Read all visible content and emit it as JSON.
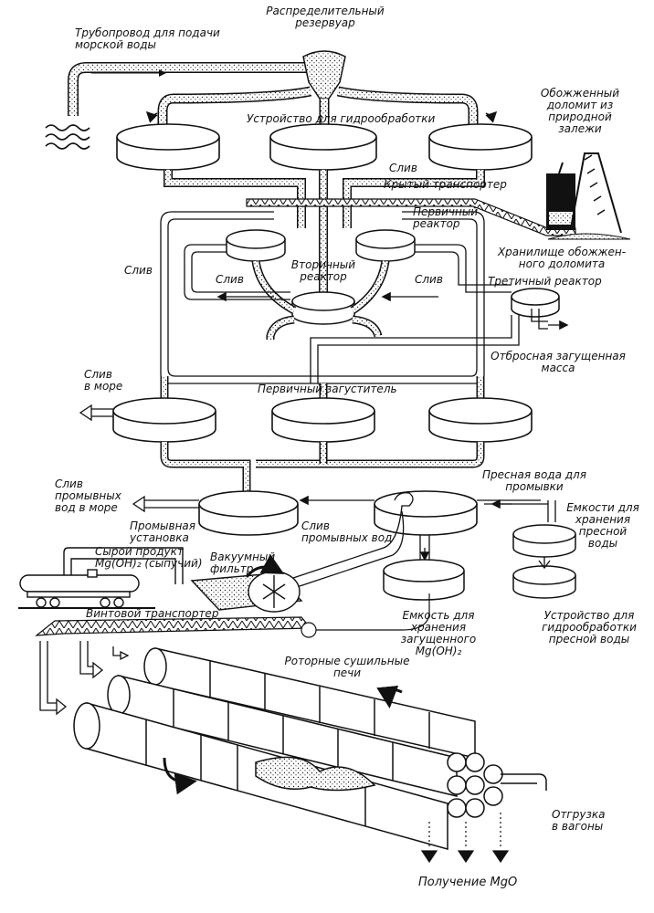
{
  "labels": {
    "pipeline": "Трубопровод для подачи\nморской воды",
    "distrib_reservoir": "Распределительный\nрезервуар",
    "burnt_dolomite": "Обожженный\nдоломит из\nприродной\nзалежи",
    "hydrotreat": "Устройство для гидрообработки",
    "drain_top": "Слив",
    "covered_conveyor": "Крытый транспортер",
    "primary_reactor": "Первичный\nреактор",
    "storage_dolomite": "Хранилище обожжен-\nного доломита",
    "drain_left": "Слив",
    "secondary_reactor": "Вторичный\nреактор",
    "drain_mid_left": "Слив",
    "drain_mid_right": "Слив",
    "tertiary_reactor": "Третичный реактор",
    "waste_mass": "Отбросная загущенная\nмасса",
    "drain_sea": "Слив\nв море",
    "primary_thickener": "Первичный загуститель",
    "fresh_water_wash": "Пресная вода для\nпромывки",
    "drain_wash_sea": "Слив\nпромывных\nвод в море",
    "wash_unit": "Промывная\nустановка",
    "drain_wash": "Слив\nпромывных вод",
    "fresh_storage": "Емкости для\nхранения\nпресной\nводы",
    "raw_product": "Сырой продукт\nMg(OH)₂ (сыпучий)",
    "vacuum_filter": "Вакуумный\nфильтр",
    "screw_conveyor": "Винтовой транспортер",
    "thick_storage": "Емкость для\nхранения\nзагущенного\nMg(OH)₂",
    "fresh_hydro": "Устройство для\nгидрообработки\nпресной воды",
    "rotary_kilns": "Роторные сушильные\nпечи",
    "shipping": "Отгрузка\nв вагоны",
    "mgo": "Получение MgO"
  }
}
